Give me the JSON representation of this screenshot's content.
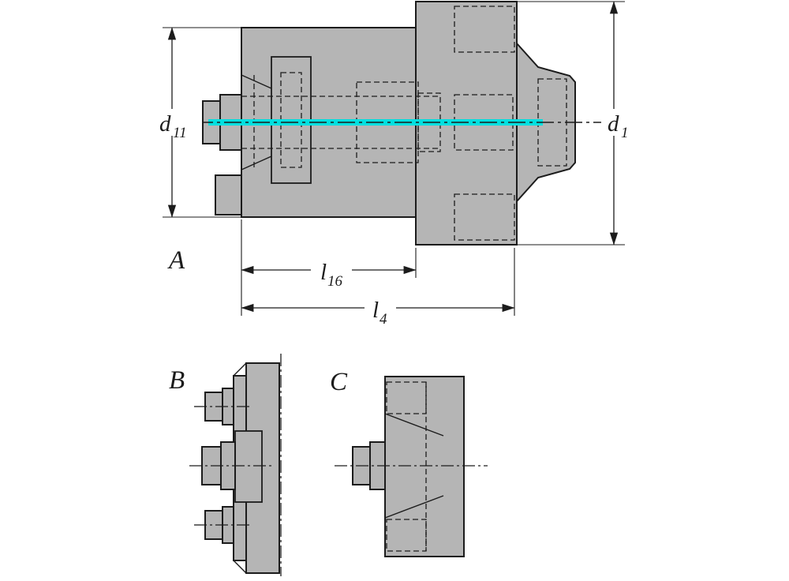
{
  "colors": {
    "part_fill": "#b5b5b5",
    "outline": "#1c1c1c",
    "centerline_accent": "#00e0e0",
    "background": "#ffffff"
  },
  "views": {
    "a": {
      "label": "A"
    },
    "b": {
      "label": "B"
    },
    "c": {
      "label": "C"
    }
  },
  "dimensions": {
    "d11": {
      "symbol": "d",
      "subscript": "11"
    },
    "d1": {
      "symbol": "d",
      "subscript": "1"
    },
    "l16": {
      "symbol": "l",
      "subscript": "16"
    },
    "l4": {
      "symbol": "l",
      "subscript": "4"
    }
  }
}
